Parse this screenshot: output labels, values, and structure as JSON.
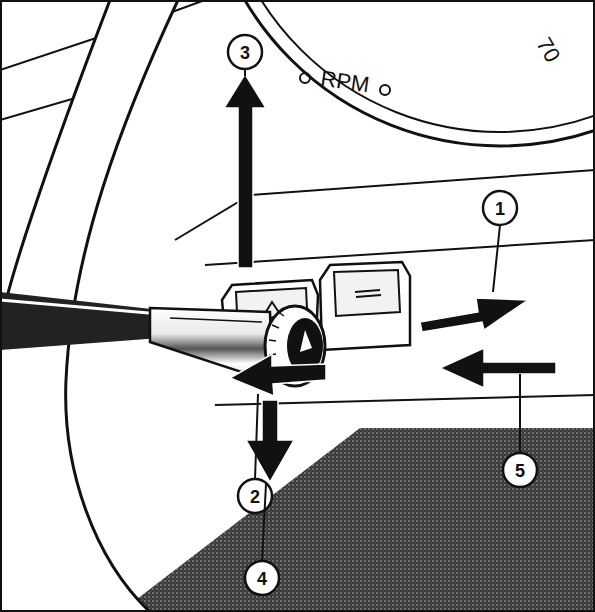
{
  "diagram": {
    "labels": [
      "70",
      "RPM",
      "3",
      "1",
      "5",
      "2",
      "4"
    ]
  }
}
